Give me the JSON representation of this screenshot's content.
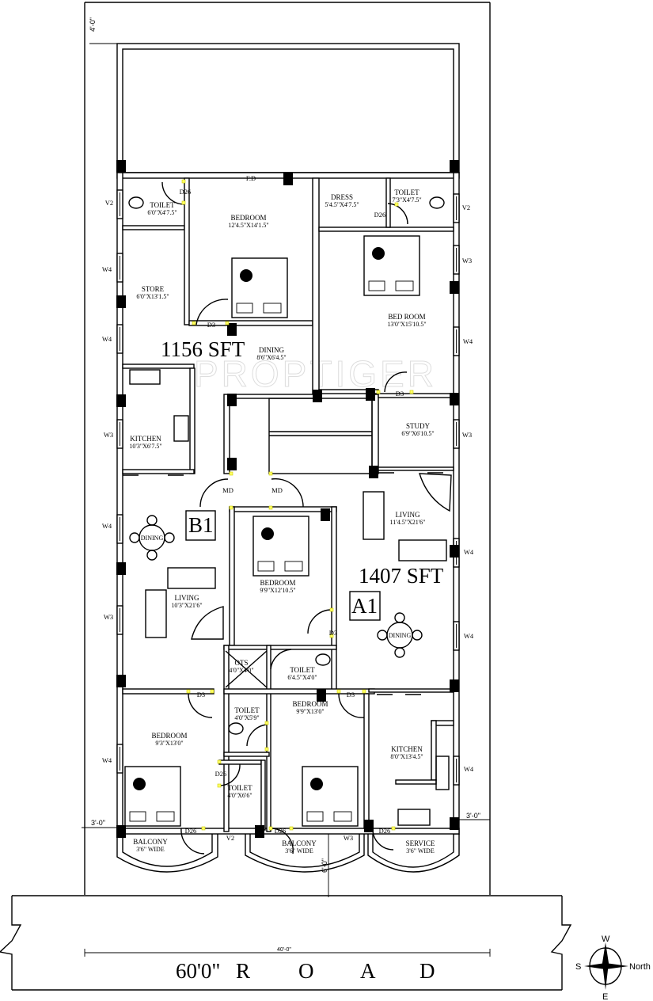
{
  "plan": {
    "watermark": "PROPTIGER",
    "units": [
      {
        "name": "B1",
        "area": "1156 SFT"
      },
      {
        "name": "A1",
        "area": "1407 SFT"
      }
    ],
    "rooms": [
      {
        "name": "TOILET",
        "size": "6'0\"X4'7.5\""
      },
      {
        "name": "BEDROOM",
        "size": "12'4.5\"X14'1.5\""
      },
      {
        "name": "DRESS",
        "size": "5'4.5\"X4'7.5\""
      },
      {
        "name": "TOILET",
        "size": "7'3\"X4'7.5\""
      },
      {
        "name": "STORE",
        "size": "6'0\"X13'1.5\""
      },
      {
        "name": "BED ROOM",
        "size": "13'0\"X15'10.5\""
      },
      {
        "name": "DINING",
        "size": "8'6\"X6'4.5\""
      },
      {
        "name": "KITCHEN",
        "size": "10'3\"X6'7.5\""
      },
      {
        "name": "STUDY",
        "size": "6'9\"X6'10.5\""
      },
      {
        "name": "LIVING",
        "size": "11'4.5\"X21'6\""
      },
      {
        "name": "BEDROOM",
        "size": "9'9\"X12'10.5\""
      },
      {
        "name": "LIVING",
        "size": "10'3\"X21'6\""
      },
      {
        "name": "OTS",
        "size": "4'0\"X4'0\""
      },
      {
        "name": "TOILET",
        "size": "6'4.5\"X4'0\""
      },
      {
        "name": "BEDROOM",
        "size": "9'9\"X13'0\""
      },
      {
        "name": "BEDROOM",
        "size": "9'3\"X13'0\""
      },
      {
        "name": "TOILET",
        "size": "4'0\"X5'9\""
      },
      {
        "name": "KITCHEN",
        "size": "8'0\"X13'4.5\""
      },
      {
        "name": "TOILET",
        "size": "4'0\"X6'6\""
      },
      {
        "name": "BALCONY",
        "size": "3'6\" WIDE"
      },
      {
        "name": "BALCONY",
        "size": "3'6\" WIDE"
      },
      {
        "name": "SERVICE",
        "size": "3'6\" WIDE"
      }
    ],
    "dining_tables": [
      "DINING",
      "DINING"
    ],
    "doors": [
      "D26",
      "F.D",
      "D3",
      "D26",
      "D3",
      "MD",
      "MD",
      "D3",
      "D3",
      "D3",
      "D26",
      "D26",
      "D26",
      "D26"
    ],
    "windows": [
      "V2",
      "W4",
      "W4",
      "W3",
      "W4",
      "W3",
      "W4",
      "V2",
      "W3",
      "W4",
      "W3",
      "W4",
      "W4",
      "W4",
      "V2",
      "W3"
    ],
    "dimensions": {
      "top_setback": "4'-0\"",
      "left_setback": "3'-0\"",
      "right_setback": "3'-0\"",
      "front_setback": "6'-0\"",
      "plot_width": "40'-0\""
    },
    "road": {
      "width": "60'0\"",
      "letters": [
        "R",
        "O",
        "A",
        "D"
      ]
    },
    "compass": {
      "top": "W",
      "left": "S",
      "right": "North",
      "bottom": "E"
    }
  }
}
